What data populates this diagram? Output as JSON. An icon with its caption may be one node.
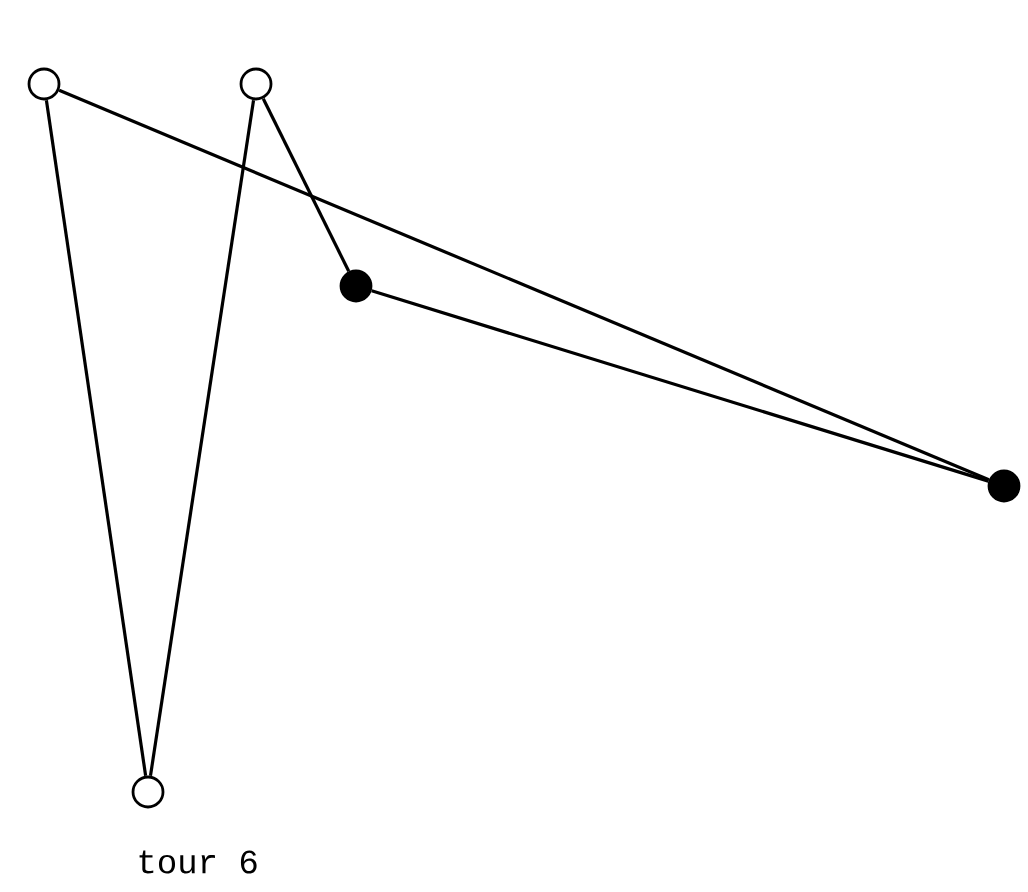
{
  "diagram": {
    "caption": "tour 6",
    "nodes": [
      {
        "text": [],
        "shape": "circle"
      },
      {
        "text": [],
        "shape": "circle"
      },
      {
        "text": [],
        "shape": "dot"
      },
      {
        "text": [],
        "shape": "dot"
      },
      {
        "text": [],
        "shape": "circle"
      }
    ],
    "edges": [
      {
        "from": 0,
        "to": 4,
        "arrow": "none"
      },
      {
        "from": 4,
        "to": 1,
        "arrow": "none"
      },
      {
        "from": 1,
        "to": 2,
        "arrow": "none"
      },
      {
        "from": 2,
        "to": 3,
        "arrow": "none"
      },
      {
        "from": 3,
        "to": 0,
        "arrow": "none"
      }
    ]
  }
}
